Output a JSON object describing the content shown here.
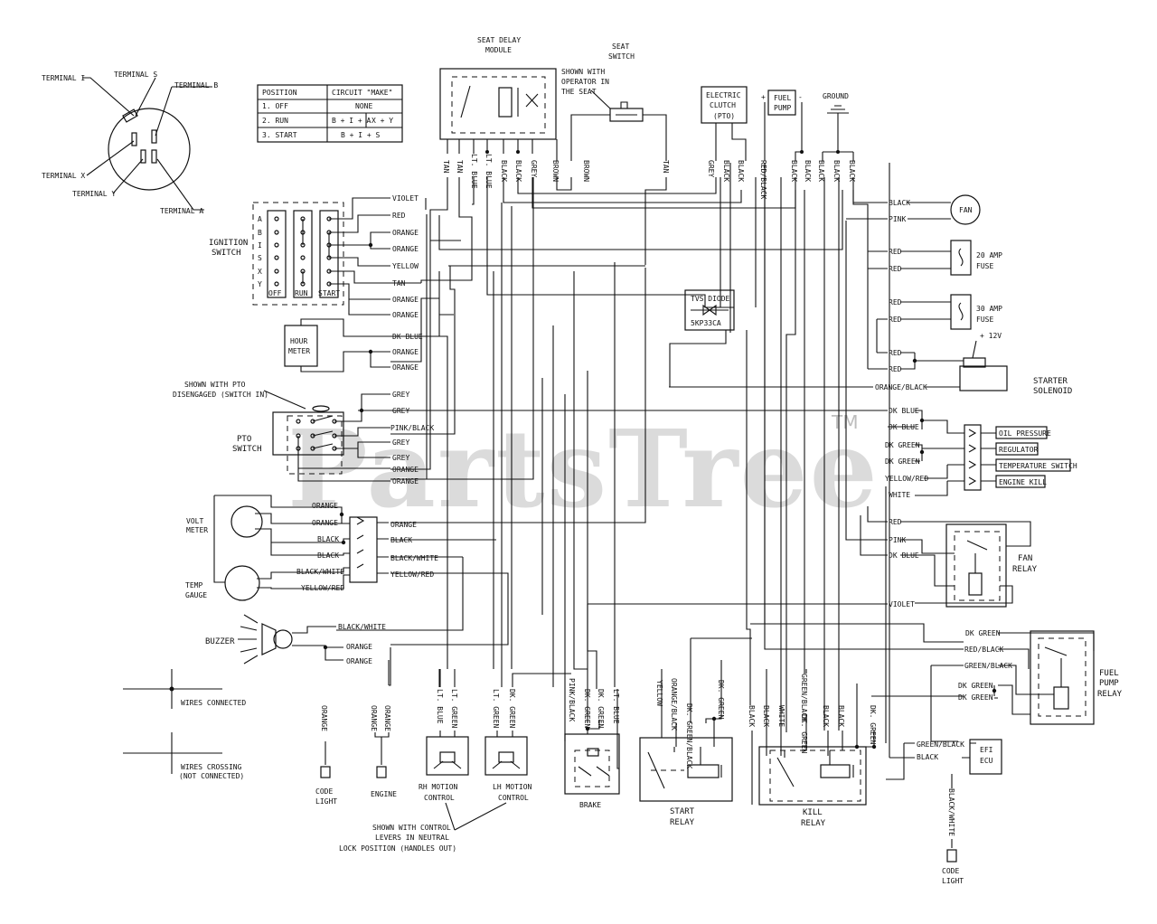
{
  "key_switch": {
    "terminals": [
      "TERMINAL I",
      "TERMINAL S",
      "TERMINAL B",
      "TERMINAL X",
      "TERMINAL Y",
      "TERMINAL A"
    ]
  },
  "position_table": {
    "headers": [
      "POSITION",
      "CIRCUIT \"MAKE\""
    ],
    "rows": [
      {
        "position": "1. OFF",
        "make": "NONE",
        "make2": ""
      },
      {
        "position": "2. RUN",
        "make": "B + I + A",
        "make2": "X + Y"
      },
      {
        "position": "3. START",
        "make": "B + I + S",
        "make2": ""
      }
    ]
  },
  "ignition_switch": {
    "title_line1": "IGNITION",
    "title_line2": "SWITCH",
    "letters": [
      "A",
      "B",
      "I",
      "S",
      "X",
      "Y"
    ],
    "columns": [
      "OFF",
      "RUN",
      "START"
    ],
    "wires": [
      "VIOLET",
      "RED",
      "ORANGE",
      "ORANGE",
      "YELLOW",
      "TAN",
      "ORANGE",
      "ORANGE"
    ]
  },
  "hour_meter": {
    "line1": "HOUR",
    "line2": "METER",
    "wires": [
      "DK BLUE",
      "ORANGE",
      "ORANGE"
    ]
  },
  "pto_switch": {
    "note_line1": "SHOWN WITH PTO",
    "note_line2": "DISENGAGED (SWITCH IN)",
    "title_line1": "PTO",
    "title_line2": "SWITCH",
    "wires": [
      "GREY",
      "GREY",
      "PINK/BLACK",
      "GREY",
      "GREY",
      "ORANGE",
      "ORANGE"
    ]
  },
  "gauges": {
    "volt_meter_line1": "VOLT",
    "volt_meter_line2": "METER",
    "temp_gauge_line1": "TEMP",
    "temp_gauge_line2": "GAUGE",
    "left_wires": [
      "ORANGE",
      "ORANGE",
      "BLACK",
      "BLACK",
      "BLACK/WHITE",
      "YELLOW/RED"
    ],
    "right_wires": [
      "ORANGE",
      "BLACK",
      "BLACK/WHITE",
      "YELLOW/RED"
    ]
  },
  "buzzer": {
    "label": "BUZZER",
    "wires": [
      "BLACK/WHITE",
      "ORANGE",
      "ORANGE"
    ]
  },
  "legend": {
    "connected": "WIRES CONNECTED",
    "crossing_line1": "WIRES CROSSING",
    "crossing_line2": "(NOT CONNECTED)"
  },
  "code_light_left": {
    "wire": "ORANGE",
    "line1": "CODE",
    "line2": "LIGHT"
  },
  "engine": {
    "wires": [
      "ORANGE",
      "ORANGE"
    ],
    "label": "ENGINE"
  },
  "seat_delay": {
    "line1": "SEAT DELAY",
    "line2": "MODULE",
    "wires": [
      "TAN",
      "TAN",
      "LT. BLUE",
      "LT. BLUE",
      "BLACK",
      "BLACK",
      "GREY"
    ]
  },
  "seat_switch": {
    "line1": "SEAT",
    "line2": "SWITCH",
    "note_line1": "SHOWN WITH",
    "note_line2": "OPERATOR IN",
    "note_line3": "THE SEAT",
    "wires": [
      "BROWN",
      "BROWN",
      "TAN"
    ]
  },
  "electric_clutch": {
    "line1": "ELECTRIC",
    "line2": "CLUTCH",
    "line3": "(PTO)",
    "wires": [
      "GREY",
      "BLACK",
      "BLACK"
    ]
  },
  "fuel_pump": {
    "line1": "FUEL",
    "line2": "PUMP",
    "plus": "+",
    "minus": "-",
    "wires": [
      "RED/BLACK",
      "BLACK",
      "BLACK"
    ]
  },
  "ground": {
    "label": "GROUND",
    "wires": [
      "BLACK",
      "BLACK",
      "BLACK"
    ]
  },
  "fan": {
    "label": "FAN",
    "wires": [
      "BLACK",
      "PINK"
    ]
  },
  "fuse20": {
    "line1": "20 AMP",
    "line2": "FUSE",
    "wires": [
      "RED",
      "RED"
    ]
  },
  "fuse30": {
    "line1": "30 AMP",
    "line2": "FUSE",
    "wires": [
      "RED",
      "RED"
    ]
  },
  "starter": {
    "voltage": "+ 12V",
    "line1": "STARTER",
    "line2": "SOLENOID",
    "wires": [
      "RED",
      "RED",
      "ORANGE/BLACK"
    ]
  },
  "tvs_diode": {
    "line1": "TVS DIODE",
    "line2": "5KP33CA"
  },
  "engine_connector": {
    "wires": [
      "DK BLUE",
      "DK BLUE",
      "DK GREEN",
      "DK GREEN",
      "YELLOW/RED",
      "WHITE"
    ],
    "labels": [
      "OIL PRESSURE",
      "REGULATOR",
      "TEMPERATURE SWITCH",
      "ENGINE KILL"
    ]
  },
  "fan_relay": {
    "line1": "FAN",
    "line2": "RELAY",
    "wires": [
      "RED",
      "PINK",
      "DK BLUE",
      "VIOLET"
    ]
  },
  "fuel_pump_relay": {
    "line1": "FUEL",
    "line2": "PUMP",
    "line3": "RELAY",
    "wires": [
      "DK GREEN",
      "RED/BLACK",
      "GREEN/BLACK",
      "DK GREEN",
      "DK GREEN"
    ]
  },
  "efi_ecu": {
    "line1": "EFI",
    "line2": "ECU",
    "wires": [
      "GREEN/BLACK",
      "BLACK"
    ]
  },
  "code_light_right": {
    "wire": "BLACK/WHITE",
    "line1": "CODE",
    "line2": "LIGHT"
  },
  "rh_motion": {
    "wires": [
      "LT. BLUE",
      "LT. GREEN"
    ],
    "line1": "RH MOTION",
    "line2": "CONTROL"
  },
  "lh_motion": {
    "wires": [
      "LT. GREEN",
      "DK. GREEN"
    ],
    "line1": "LH MOTION",
    "line2": "CONTROL"
  },
  "brake": {
    "wires": [
      "PINK/BLACK",
      "DK. GREEN",
      "DK. GREEN",
      "LT. BLUE"
    ],
    "label": "BRAKE"
  },
  "motion_note": {
    "line1": "SHOWN WITH CONTROL",
    "line2": "LEVERS IN NEUTRAL",
    "line3": "LOCK POSITION (HANDLES OUT)"
  },
  "start_relay": {
    "wires": [
      "YELLOW",
      "ORANGE/BLACK",
      "DK. GREEN/BLACK",
      "DK. GREEN"
    ],
    "line1": "START",
    "line2": "RELAY"
  },
  "kill_relay": {
    "wires": [
      "BLACK",
      "BLACK",
      "WHITE",
      "GREEN/BLACK",
      "DK. GREEN",
      "BLACK",
      "BLACK",
      "DK. GREEN"
    ],
    "line1": "KILL",
    "line2": "RELAY"
  },
  "watermark": {
    "text": "PartsTree",
    "tm": "TM"
  }
}
